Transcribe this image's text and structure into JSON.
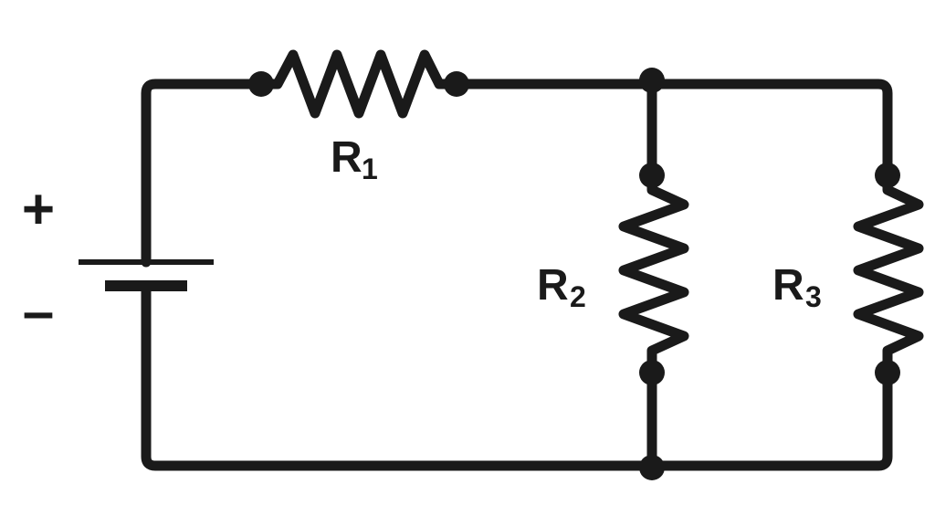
{
  "diagram": {
    "colors": {
      "line": "#1a1a1a",
      "background": "#ffffff"
    },
    "battery": {
      "positive_symbol": "+",
      "negative_symbol": "–"
    },
    "resistors": [
      {
        "letter": "R",
        "index": "1"
      },
      {
        "letter": "R",
        "index": "2"
      },
      {
        "letter": "R",
        "index": "3"
      }
    ]
  }
}
